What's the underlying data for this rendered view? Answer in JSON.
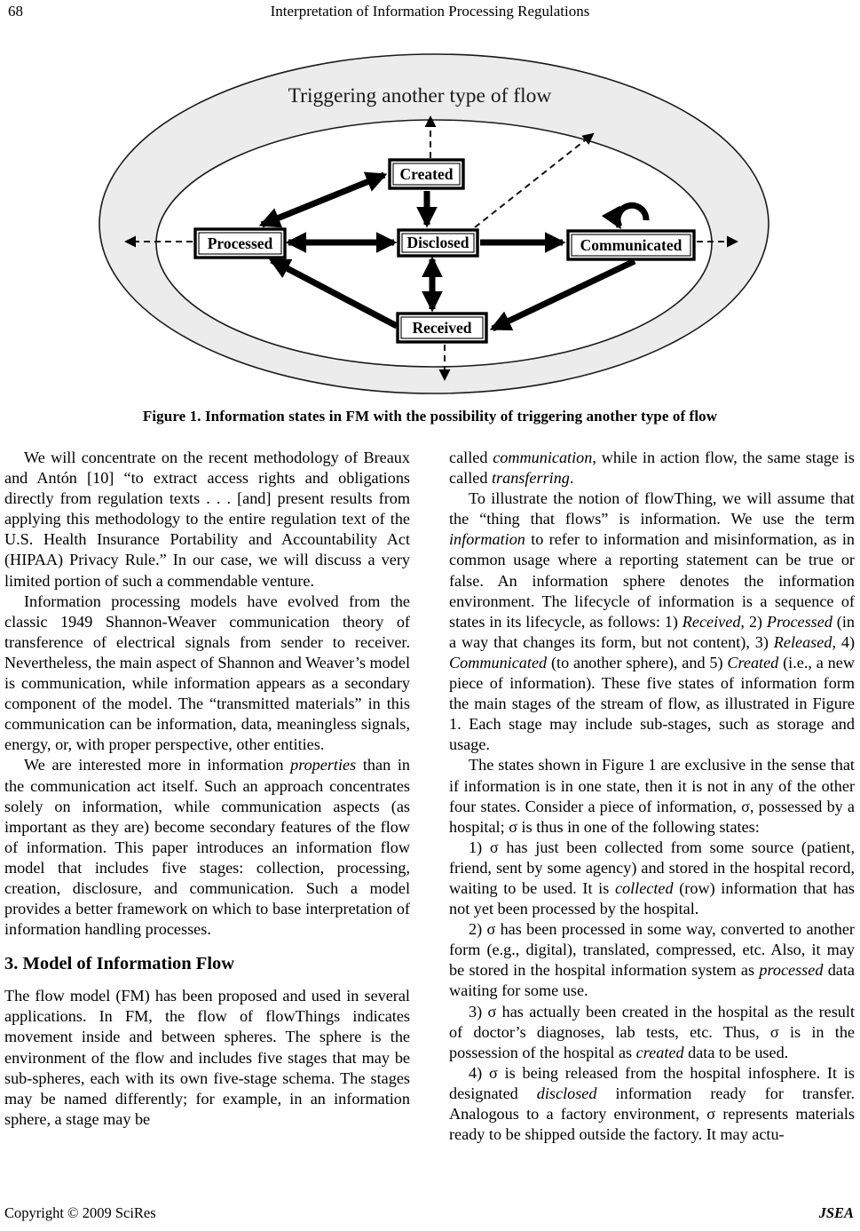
{
  "header": {
    "page_number": "68",
    "running_title": "Interpretation of Information Processing Regulations"
  },
  "figure": {
    "ring_label": "Triggering another type of flow",
    "ring_color": "#ececec",
    "nodes": {
      "created": "Created",
      "processed": "Processed",
      "disclosed": "Disclosed",
      "communicated": "Communicated",
      "received": "Received"
    },
    "edges": [
      {
        "from": "Processed",
        "to": "Created",
        "style": "solid",
        "direction": "both"
      },
      {
        "from": "Created",
        "to": "Disclosed",
        "style": "solid",
        "direction": "one-way"
      },
      {
        "from": "Processed",
        "to": "Disclosed",
        "style": "solid",
        "direction": "both"
      },
      {
        "from": "Disclosed",
        "to": "Communicated",
        "style": "solid",
        "direction": "one-way"
      },
      {
        "from": "Disclosed",
        "to": "Received",
        "style": "solid",
        "direction": "both"
      },
      {
        "from": "Received",
        "to": "Processed",
        "style": "solid",
        "direction": "one-way"
      },
      {
        "from": "Communicated",
        "to": "Received",
        "style": "solid",
        "direction": "one-way"
      },
      {
        "from": "Communicated",
        "to": "Communicated",
        "style": "solid",
        "direction": "self-loop"
      },
      {
        "from": "Created",
        "to": "outer-ring",
        "style": "dashed",
        "direction": "one-way"
      },
      {
        "from": "Disclosed",
        "to": "outer-ring",
        "style": "dashed",
        "direction": "one-way"
      },
      {
        "from": "Processed",
        "to": "outside-left",
        "style": "dashed",
        "direction": "one-way"
      },
      {
        "from": "Communicated",
        "to": "outside-right",
        "style": "dashed",
        "direction": "one-way"
      },
      {
        "from": "Received",
        "to": "outside-bottom",
        "style": "dashed",
        "direction": "one-way"
      }
    ],
    "caption": "Figure 1. Information states in FM with the possibility of triggering another type of flow"
  },
  "body": {
    "left": [
      {
        "type": "paragraph",
        "indent": true,
        "segments": [
          {
            "text": "We will concentrate on the recent methodology of Breaux and Antón [10] “to extract access rights and obligations directly from regulation texts . . . [and] present results from applying this methodology to the entire regulation text of the U.S. Health Insurance Portability and Accountability Act (HIPAA) Privacy Rule.” In our case, we will discuss a very limited portion of such a commendable venture."
          }
        ]
      },
      {
        "type": "paragraph",
        "indent": true,
        "segments": [
          {
            "text": "Information processing models have evolved from the classic 1949 Shannon-Weaver communication theory of transference of electrical signals from sender to receiver. Nevertheless, the main aspect of Shannon and Weaver’s model is communication, while information appears as a secondary component of the model. The “transmitted materials” in this communication can be information, data, meaningless signals, energy, or, with proper perspective, other entities."
          }
        ]
      },
      {
        "type": "paragraph",
        "indent": true,
        "segments": [
          {
            "text": "We are interested more in information "
          },
          {
            "text": "properties",
            "italic": true
          },
          {
            "text": " than in the communication act itself. Such an approach concentrates solely on information, while communication aspects (as important as they are) become secondary features of the flow of information. This paper introduces an information flow model that includes five stages: collection, processing, creation, disclosure, and communication. Such a model provides a better framework on which to base interpretation of information handling processes."
          }
        ]
      },
      {
        "type": "heading",
        "text": "3. Model of Information Flow"
      },
      {
        "type": "paragraph",
        "indent": false,
        "segments": [
          {
            "text": "The flow model (FM) has been proposed and used in several applications. In FM, the flow of flowThings indicates movement inside and between spheres. The sphere is the environment of the flow and includes five stages that may be sub-spheres, each with its own five-stage schema. The stages may be named differently; for example, in an information sphere, a stage may be"
          }
        ]
      }
    ],
    "right": [
      {
        "type": "paragraph",
        "indent": false,
        "segments": [
          {
            "text": "called "
          },
          {
            "text": "communication",
            "italic": true
          },
          {
            "text": ", while in action flow, the same stage is called "
          },
          {
            "text": "transferring",
            "italic": true
          },
          {
            "text": "."
          }
        ]
      },
      {
        "type": "paragraph",
        "indent": true,
        "segments": [
          {
            "text": "To illustrate the notion of flowThing, we will assume that the “thing that flows” is information. We use the term "
          },
          {
            "text": "information",
            "italic": true
          },
          {
            "text": " to refer to information and misinformation, as in common usage where a reporting statement can be true or false. An information sphere denotes the information environment. The lifecycle of information is a sequence of states in its lifecycle, as follows: 1) "
          },
          {
            "text": "Received",
            "italic": true
          },
          {
            "text": ", 2) "
          },
          {
            "text": "Processed",
            "italic": true
          },
          {
            "text": " (in a way that changes its form, but not content), 3) "
          },
          {
            "text": "Released",
            "italic": true
          },
          {
            "text": ", 4) "
          },
          {
            "text": "Communicated",
            "italic": true
          },
          {
            "text": " (to another sphere), and 5) "
          },
          {
            "text": "Created",
            "italic": true
          },
          {
            "text": " (i.e., a new piece of information). These five states of information form the main stages of the stream of flow, as illustrated in Figure 1. Each stage may include sub-stages, such as storage and usage."
          }
        ]
      },
      {
        "type": "paragraph",
        "indent": true,
        "segments": [
          {
            "text": "The states shown in Figure 1 are exclusive in the sense that if information is in one state, then it is not in any of the other four states. Consider a piece of information, σ, possessed by a hospital; σ is thus in one of the following states:"
          }
        ]
      },
      {
        "type": "paragraph",
        "indent": true,
        "segments": [
          {
            "text": "1) σ has just been collected from some source (patient, friend, sent by some agency) and stored in the hospital record, waiting to be used. It is "
          },
          {
            "text": "collected",
            "italic": true
          },
          {
            "text": " (row) information that has not yet been processed by the hospital."
          }
        ]
      },
      {
        "type": "paragraph",
        "indent": true,
        "segments": [
          {
            "text": "2) σ has been processed in some way, converted to another form (e.g., digital), translated, compressed, etc. Also, it may be stored in the hospital information system as "
          },
          {
            "text": "processed",
            "italic": true
          },
          {
            "text": " data waiting for some use."
          }
        ]
      },
      {
        "type": "paragraph",
        "indent": true,
        "segments": [
          {
            "text": "3) σ has actually been created in the hospital as the result of doctor’s diagnoses, lab tests, etc. Thus, σ is in the possession of the hospital as "
          },
          {
            "text": "created",
            "italic": true
          },
          {
            "text": " data to be used."
          }
        ]
      },
      {
        "type": "paragraph",
        "indent": true,
        "segments": [
          {
            "text": "4) σ is being released from the hospital infosphere. It is designated "
          },
          {
            "text": "disclosed",
            "italic": true
          },
          {
            "text": " information ready for transfer. Analogous to a factory environment, σ represents materials ready to be shipped outside the factory. It may actu-"
          }
        ]
      }
    ]
  },
  "footer": {
    "copyright": "Copyright © 2009 SciRes",
    "journal": "JSEA"
  }
}
